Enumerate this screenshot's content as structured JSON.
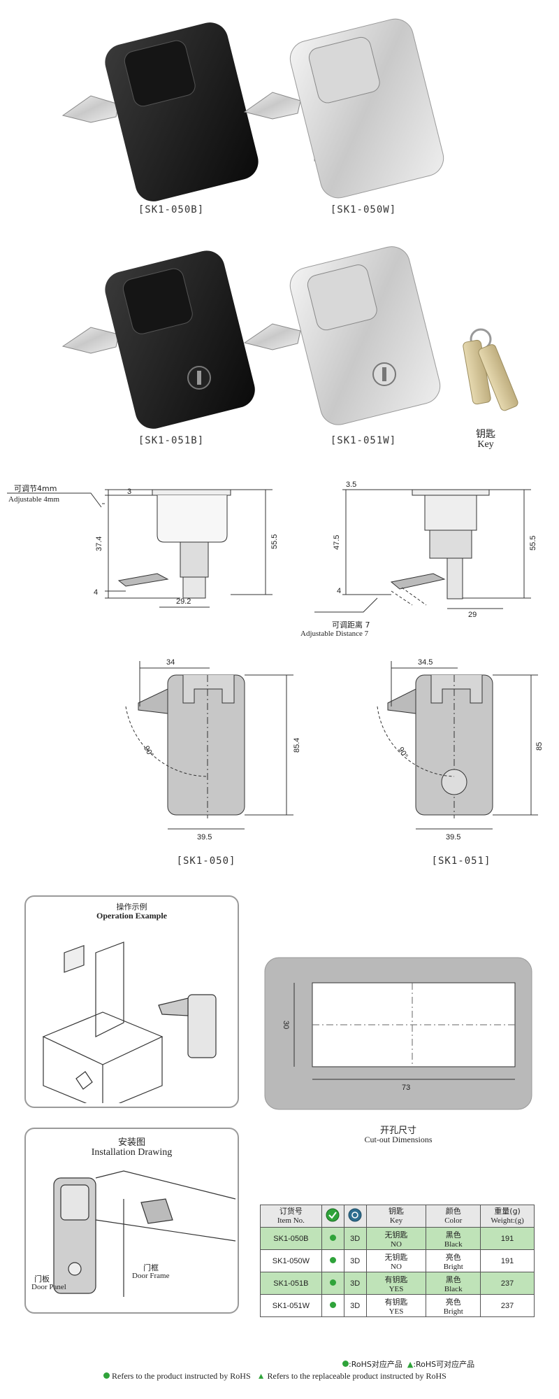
{
  "products": {
    "sk1_050b": "[SK1-050B]",
    "sk1_050w": "[SK1-050W]",
    "sk1_051b": "[SK1-051B]",
    "sk1_051w": "[SK1-051W]",
    "key_zh": "钥匙",
    "key_en": "Key"
  },
  "drawings": {
    "adjustable_zh": "可调节4mm",
    "adjustable_en": "Adjustable",
    "adjustable_en_val": "4mm",
    "distance_zh": "可调距离 7",
    "distance_en": "Adjustable Distance 7",
    "left_side": {
      "d3": "3",
      "d374": "37.4",
      "d4": "4",
      "d555": "55.5",
      "d292": "29.2"
    },
    "right_side": {
      "d35": "3.5",
      "d475": "47.5",
      "d4": "4",
      "d555": "55.5",
      "d29": "29"
    },
    "left_front": {
      "d34": "34",
      "d854": "85.4",
      "d395": "39.5",
      "angle": "90°"
    },
    "right_front": {
      "d345": "34.5",
      "d85": "85",
      "d395": "39.5",
      "angle": "90°"
    },
    "caption_050": "[SK1-050]",
    "caption_051": "[SK1-051]"
  },
  "operation": {
    "title_zh": "操作示例",
    "title_en": "Operation Example"
  },
  "cutout": {
    "w": "73",
    "h": "30",
    "title_zh": "开孔尺寸",
    "title_en": "Cut-out Dimensions"
  },
  "installation": {
    "title_zh": "安装图",
    "title_en": "Installation Drawing",
    "panel_zh": "门板",
    "panel_en": "Door Panel",
    "frame_zh": "门框",
    "frame_en": "Door Frame"
  },
  "table": {
    "headers": [
      {
        "zh": "订货号",
        "en": "Item No."
      },
      {
        "zh": "",
        "en": ""
      },
      {
        "zh": "",
        "en": ""
      },
      {
        "zh": "钥匙",
        "en": "Key"
      },
      {
        "zh": "颜色",
        "en": "Color"
      },
      {
        "zh": "重量(g)",
        "en": "Weight:(g)"
      }
    ],
    "rows": [
      {
        "item": "SK1-050B",
        "d": "3D",
        "key_zh": "无钥匙",
        "key_en": "NO",
        "color_zh": "黑色",
        "color_en": "Black",
        "weight": "191"
      },
      {
        "item": "SK1-050W",
        "d": "3D",
        "key_zh": "无钥匙",
        "key_en": "NO",
        "color_zh": "亮色",
        "color_en": "Bright",
        "weight": "191"
      },
      {
        "item": "SK1-051B",
        "d": "3D",
        "key_zh": "有钥匙",
        "key_en": "YES",
        "color_zh": "黑色",
        "color_en": "Black",
        "weight": "237"
      },
      {
        "item": "SK1-051W",
        "d": "3D",
        "key_zh": "有钥匙",
        "key_en": "YES",
        "color_zh": "亮色",
        "color_en": "Bright",
        "weight": "237"
      }
    ],
    "legend_rohs": ":RoHS对应产品",
    "legend_replace": ":RoHS可对应产品",
    "footer_rohs": "Refers to the product instructed by RoHS",
    "footer_replace": "Refers to the replaceable product instructed by RoHS"
  },
  "colors": {
    "rohs_green": "#2fa33a",
    "row_green": "#bfe3b8",
    "header_gray": "#e8e8e8"
  }
}
